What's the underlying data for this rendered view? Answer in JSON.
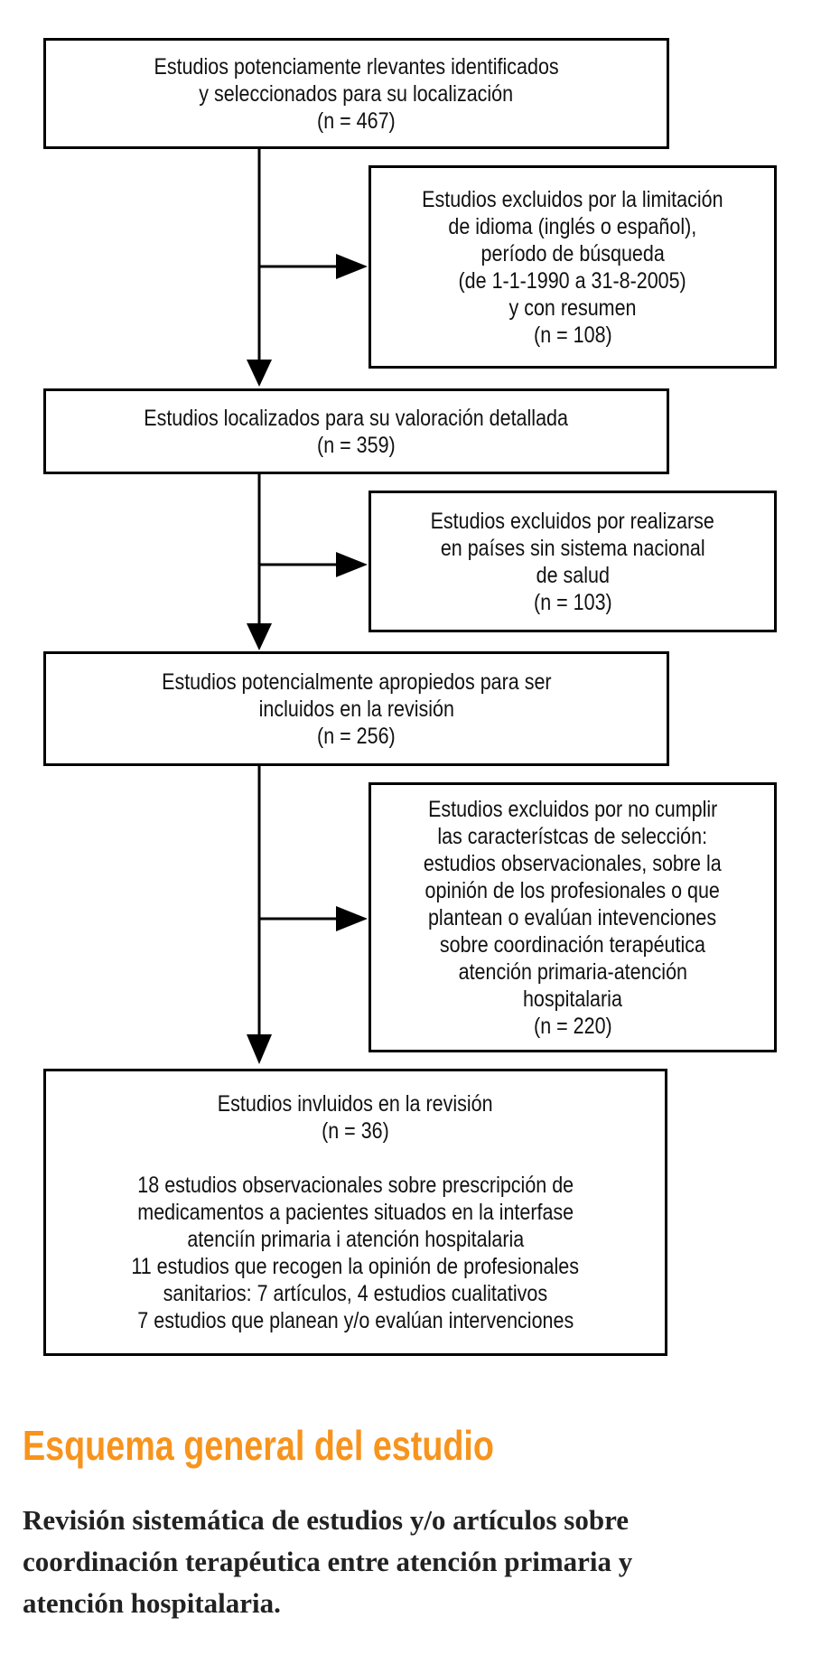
{
  "boxes": {
    "identified": {
      "lines": [
        "Estudios potenciamente rlevantes identificados",
        "y seleccionados para su localización",
        "(n = 467)"
      ]
    },
    "excluded_language": {
      "lines": [
        "Estudios excluidos por la limitación",
        "de idioma (inglés o español),",
        "período de búsqueda",
        "(de 1-1-1990 a 31-8-2005)",
        "y con resumen",
        "(n = 108)"
      ]
    },
    "located": {
      "lines": [
        "Estudios localizados para su valoración detallada",
        "(n = 359)"
      ]
    },
    "excluded_country": {
      "lines": [
        "Estudios excluidos por realizarse",
        "en países sin sistema nacional",
        "de salud",
        "(n = 103)"
      ]
    },
    "appropriate": {
      "lines": [
        "Estudios potencialmente apropiedos para ser",
        "incluidos en la revisión",
        "(n = 256)"
      ]
    },
    "excluded_criteria": {
      "lines": [
        "Estudios excluidos por no cumplir",
        "las característcas de selección:",
        "estudios observacionales, sobre la",
        "opinión de los profesionales o que",
        "plantean o evalúan intevenciones",
        "sobre coordinación terapéutica",
        "atención primaria-atención",
        "hospitalaria",
        "(n = 220)"
      ]
    },
    "included": {
      "lines": [
        "Estudios invluidos en la revisión",
        "(n = 36)"
      ],
      "detail_lines": [
        "18 estudios observacionales sobre prescripción de",
        "medicamentos a pacientes situados en la interfase",
        "atenciín primaria i atención hospitalaria",
        "11 estudios que recogen la opinión de profesionales",
        "sanitarios: 7 artículos, 4 estudios cualitativos",
        "7 estudios que planean y/o evalúan intervenciones"
      ]
    }
  },
  "caption": {
    "title": "Esquema general del estudio",
    "subtitle_lines": [
      "Revisión sistemática de estudios y/o artículos sobre",
      "coordinación terapéutica entre atención primaria y",
      "atención hospitalaria."
    ]
  },
  "colors": {
    "title": "#f7941d",
    "box_border": "#000000"
  }
}
